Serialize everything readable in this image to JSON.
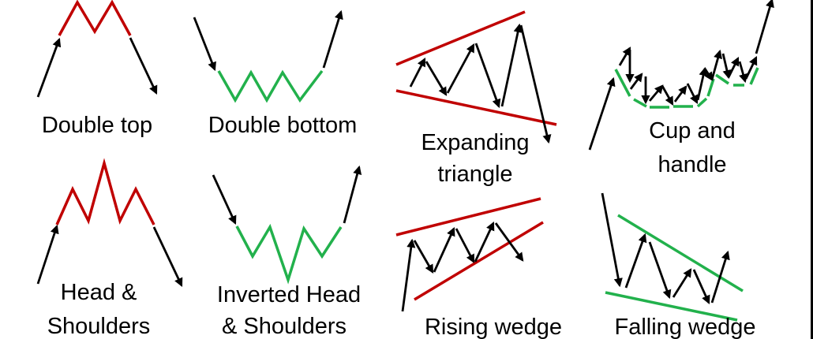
{
  "patterns": [
    {
      "id": "double-top",
      "lines": [
        "Double top"
      ],
      "color": "#c00000"
    },
    {
      "id": "double-bottom",
      "lines": [
        "Double bottom"
      ],
      "color": "#22b14c"
    },
    {
      "id": "expanding-triangle",
      "lines": [
        "Expanding",
        "triangle"
      ],
      "color": "#c00000"
    },
    {
      "id": "cup-and-handle",
      "lines": [
        "Cup and",
        "handle"
      ],
      "color": "#22b14c"
    },
    {
      "id": "head-and-shoulders",
      "lines": [
        "Head &",
        "Shoulders"
      ],
      "color": "#c00000"
    },
    {
      "id": "inverted-head-and-shoulders",
      "lines": [
        "Inverted Head",
        "& Shoulders"
      ],
      "color": "#22b14c"
    },
    {
      "id": "rising-wedge",
      "lines": [
        "Rising wedge"
      ],
      "color": "#c00000"
    },
    {
      "id": "falling-wedge",
      "lines": [
        "Falling wedge"
      ],
      "color": "#22b14c"
    }
  ]
}
